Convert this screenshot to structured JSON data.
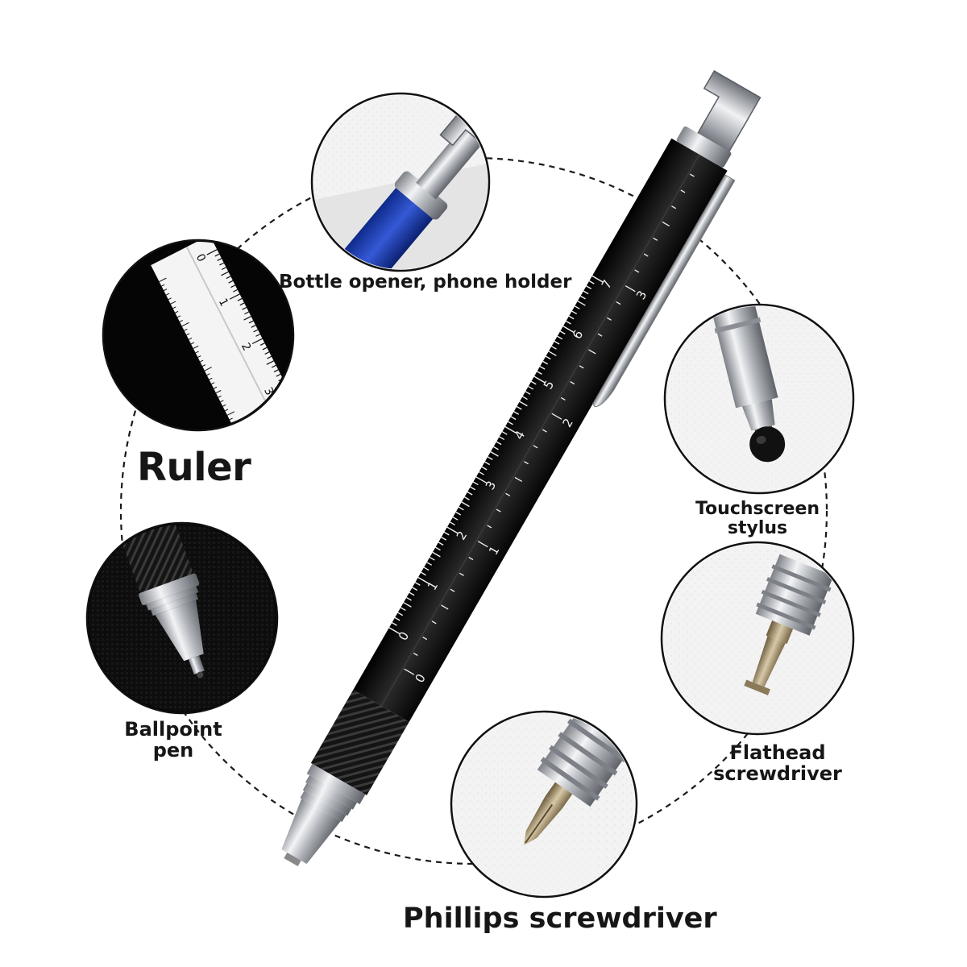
{
  "labels": {
    "bottle": "Bottle opener, phone holder",
    "ruler": "Ruler",
    "stylus": [
      "Touchscreen",
      "stylus"
    ],
    "ballpoint": [
      "Ballpoint",
      "pen"
    ],
    "flathead": [
      "Flathead",
      "screwdriver"
    ],
    "phillips": "Phillips screwdriver"
  },
  "ruler_scale": {
    "cm_marks": [
      "0",
      "1",
      "2",
      "3",
      "4",
      "5",
      "6",
      "7"
    ],
    "inch_marks": [
      "0",
      "1",
      "2",
      "3"
    ],
    "inset_marks": [
      "0",
      "1",
      "2",
      "3"
    ]
  },
  "colors": {
    "pen_body": "#0d0d0d",
    "chrome": "#c9ccd0",
    "accent_blue": "#1d3fb0",
    "circle_bg": "#f4f4f4",
    "dashed_line": "#1a1a1a"
  }
}
